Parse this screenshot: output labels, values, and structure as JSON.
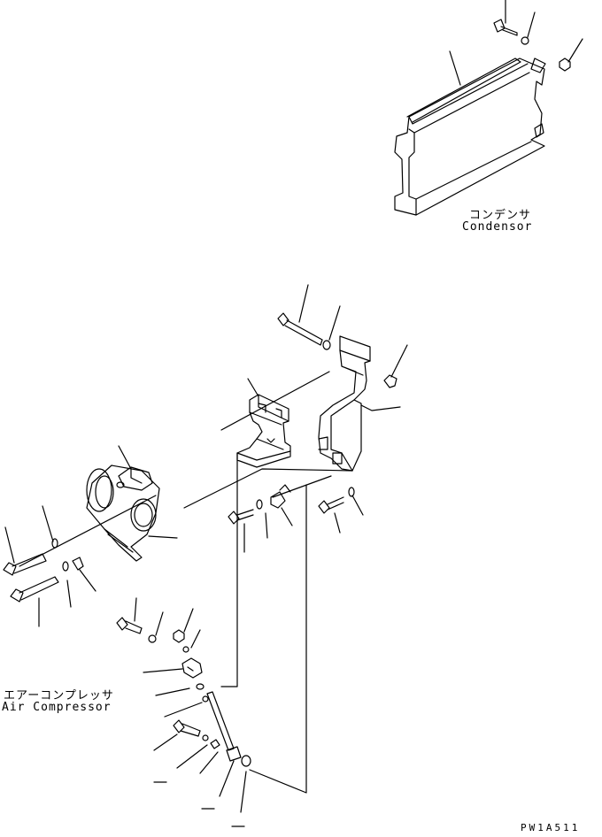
{
  "labels": {
    "condensor_jp": "コンデンサ",
    "condensor_en": "Condensor",
    "compressor_jp": "エアーコンプレッサ",
    "compressor_en": "Air Compressor",
    "drawing_code": "PW1A511"
  }
}
